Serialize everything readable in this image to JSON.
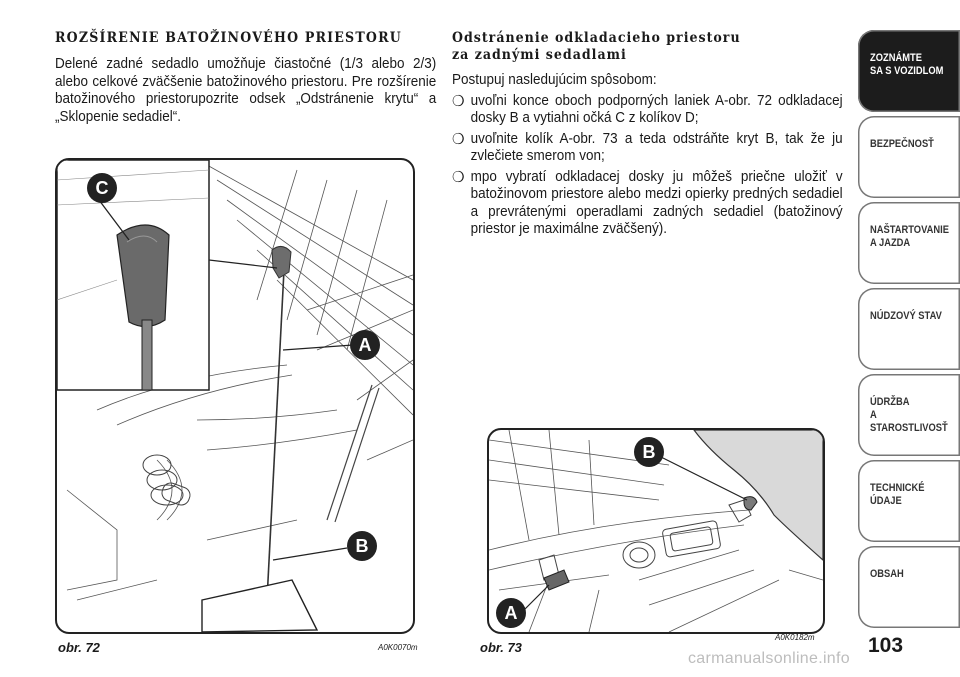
{
  "left": {
    "heading": "ROZŠÍRENIE BATOŽINOVÉHO PRIESTORU",
    "paragraph": "Delené zadné sedadlo umožňuje čiastočné (1/3 alebo 2/3) alebo celkové zväčšenie batožinového priestoru. Pre rozšírenie batožinového priestorupozrite odsek „Odstránenie krytu“ a „Sklopenie sedadiel“."
  },
  "right": {
    "heading_line1": "Odstránenie odkladacieho priestoru",
    "heading_line2": "za zadnými sedadlami",
    "intro": "Postupuj nasledujúcim spôsobom:",
    "bullet_glyph": "❍",
    "steps": [
      "uvoľni konce oboch podporných laniek A-obr. 72 odkladacej dosky B a vytiahni očká C z kolíkov D;",
      "uvoľnite kolík A-obr. 73 a teda odstráňte kryt B, tak že ju zvlečiete smerom von;",
      "mpo vybratí odkladacej dosky ju môžeš priečne uložiť v batožinovom priestore alebo medzi opierky predných sedadiel a prevrátenými operadlami zadných sedadiel (batožinový priestor je maximálne zväčšený)."
    ]
  },
  "figure72": {
    "caption": "obr. 72",
    "code": "A0K0070m",
    "labels": {
      "A": "A",
      "B": "B",
      "C": "C"
    }
  },
  "figure73": {
    "caption": "obr. 73",
    "code": "A0K0182m",
    "labels": {
      "A": "A",
      "B": "B"
    }
  },
  "tabs": [
    {
      "label": "ZOZNÁMTE\nSA S VOZIDLOM",
      "active": true
    },
    {
      "label": "BEZPEČNOSŤ",
      "active": false
    },
    {
      "label": "NAŠTARTOVANIE\nA JAZDA",
      "active": false
    },
    {
      "label": "NÚDZOVÝ STAV",
      "active": false
    },
    {
      "label": "ÚDRŽBA\nA STAROSTLIVOSŤ",
      "active": false
    },
    {
      "label": "TECHNICKÉ\nÚDAJE",
      "active": false
    },
    {
      "label": "OBSAH",
      "active": false
    }
  ],
  "page_number": "103",
  "watermark": "carmanualsonline.info",
  "colors": {
    "tab_active": "#1c1c1c",
    "label_circle": "#222222",
    "tab_border": "#777777"
  }
}
